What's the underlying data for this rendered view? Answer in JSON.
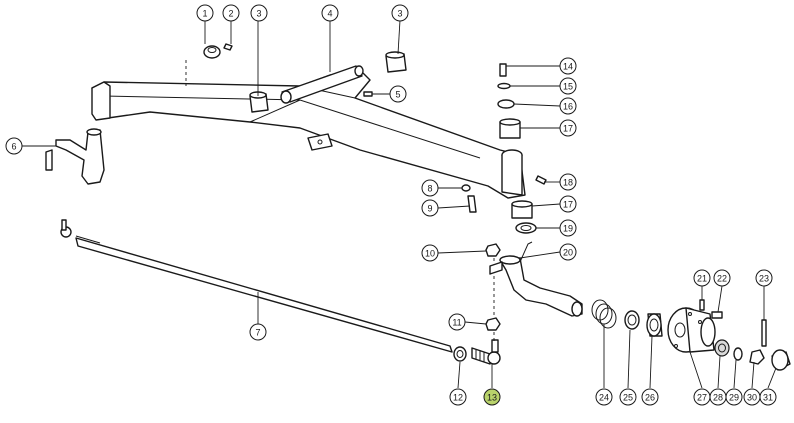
{
  "callouts": [
    {
      "id": "c1",
      "text": "1"
    },
    {
      "id": "c2",
      "text": "2"
    },
    {
      "id": "c3a",
      "text": "3"
    },
    {
      "id": "c4",
      "text": "4"
    },
    {
      "id": "c3b",
      "text": "3"
    },
    {
      "id": "c14",
      "text": "14"
    },
    {
      "id": "c15",
      "text": "15"
    },
    {
      "id": "c5",
      "text": "5"
    },
    {
      "id": "c16",
      "text": "16"
    },
    {
      "id": "c17a",
      "text": "17"
    },
    {
      "id": "c6",
      "text": "6"
    },
    {
      "id": "c18",
      "text": "18"
    },
    {
      "id": "c8",
      "text": "8"
    },
    {
      "id": "c17b",
      "text": "17"
    },
    {
      "id": "c9",
      "text": "9"
    },
    {
      "id": "c19",
      "text": "19"
    },
    {
      "id": "c10",
      "text": "10"
    },
    {
      "id": "c20",
      "text": "20"
    },
    {
      "id": "c21",
      "text": "21"
    },
    {
      "id": "c22",
      "text": "22"
    },
    {
      "id": "c23",
      "text": "23"
    },
    {
      "id": "c7",
      "text": "7"
    },
    {
      "id": "c11",
      "text": "11"
    },
    {
      "id": "c12",
      "text": "12"
    },
    {
      "id": "c13",
      "text": "13"
    },
    {
      "id": "c24",
      "text": "24"
    },
    {
      "id": "c25",
      "text": "25"
    },
    {
      "id": "c26",
      "text": "26"
    },
    {
      "id": "c27",
      "text": "27"
    },
    {
      "id": "c28",
      "text": "28"
    },
    {
      "id": "c29",
      "text": "29"
    },
    {
      "id": "c30",
      "text": "30"
    },
    {
      "id": "c31",
      "text": "31"
    }
  ],
  "highlight": {
    "callout": "13",
    "color": "#b9d36b"
  }
}
